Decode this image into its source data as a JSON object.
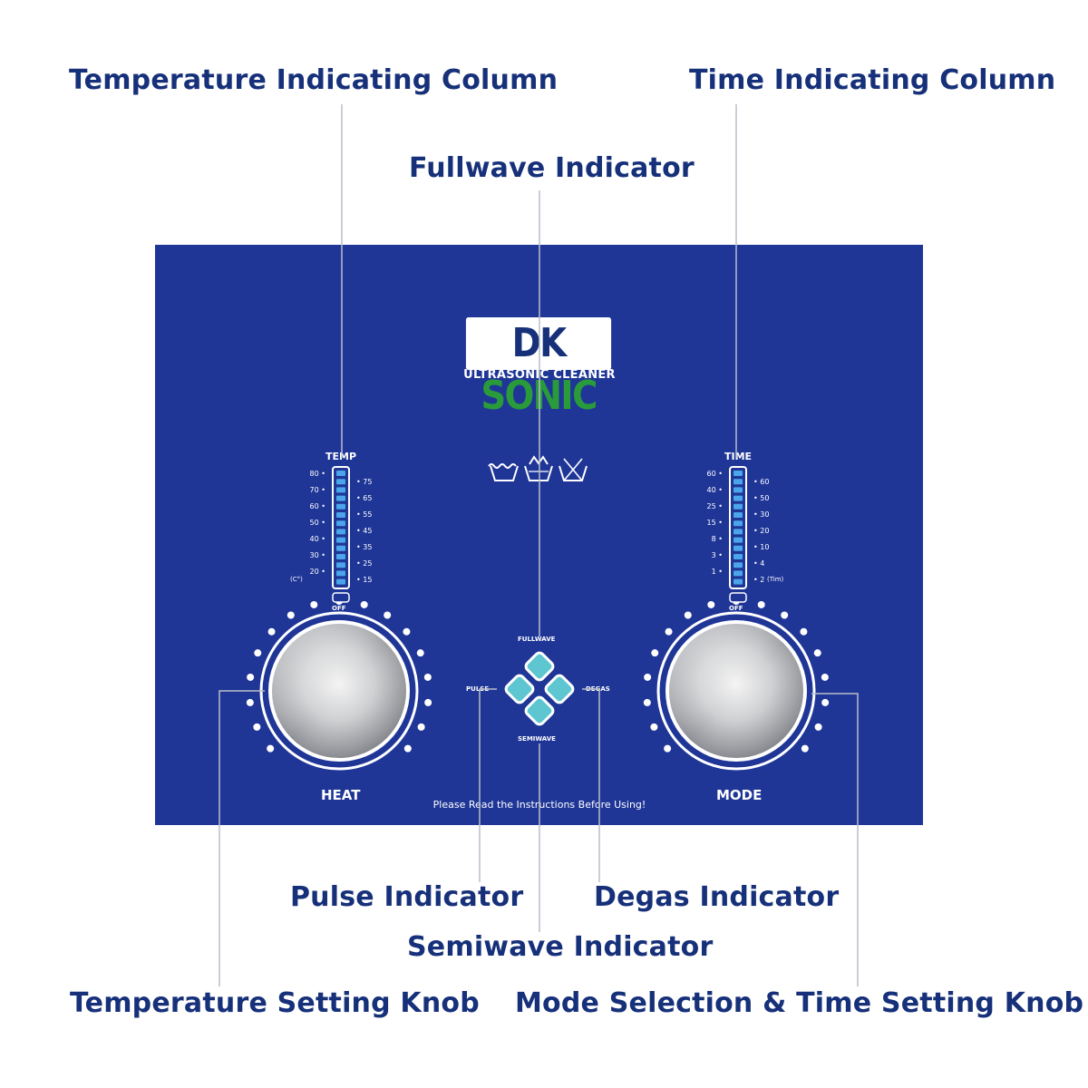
{
  "callouts": {
    "temperature_column": "Temperature Indicating Column",
    "time_column": "Time Indicating Column",
    "fullwave": "Fullwave Indicator",
    "pulse": "Pulse Indicator",
    "degas": "Degas Indicator",
    "semiwave": "Semiwave Indicator",
    "temperature_knob": "Temperature Setting Knob",
    "mode_knob": "Mode Selection & Time Setting Knob"
  },
  "panel": {
    "brand_dk": "DK",
    "brand_sonic": "SONIC",
    "subtitle": "ULTRASONIC CLEANER",
    "temp_title": "TEMP",
    "time_title": "TIME",
    "temp_unit": "(C°)",
    "time_unit": "(Tim)",
    "off_label": "OFF",
    "heat_label": "HEAT",
    "mode_label": "MODE",
    "fullwave_label": "FULLWAVE",
    "pulse_label": "PULSE",
    "degas_label": "DEGAS",
    "semiwave_label": "SEMIWAVE",
    "note": "Please Read the Instructions Before Using!",
    "temp_scale_left": [
      "80",
      "70",
      "60",
      "50",
      "40",
      "30",
      "20"
    ],
    "temp_scale_right": [
      "75",
      "65",
      "55",
      "45",
      "35",
      "25",
      "15"
    ],
    "time_scale_left": [
      "60",
      "40",
      "25",
      "15",
      "8",
      "3",
      "1"
    ],
    "time_scale_right": [
      "60",
      "50",
      "30",
      "20",
      "10",
      "4",
      "2"
    ]
  },
  "colors": {
    "panel_blue": "#1f3697",
    "text_navy": "#16307a",
    "brand_green": "#2a9b3a",
    "indicator_cyan": "#5ec6d0",
    "led_blue": "#4aa6e8"
  },
  "icons": [
    "laundry-tub-icon",
    "laundry-tub-crown-icon",
    "laundry-tub-x-icon"
  ]
}
